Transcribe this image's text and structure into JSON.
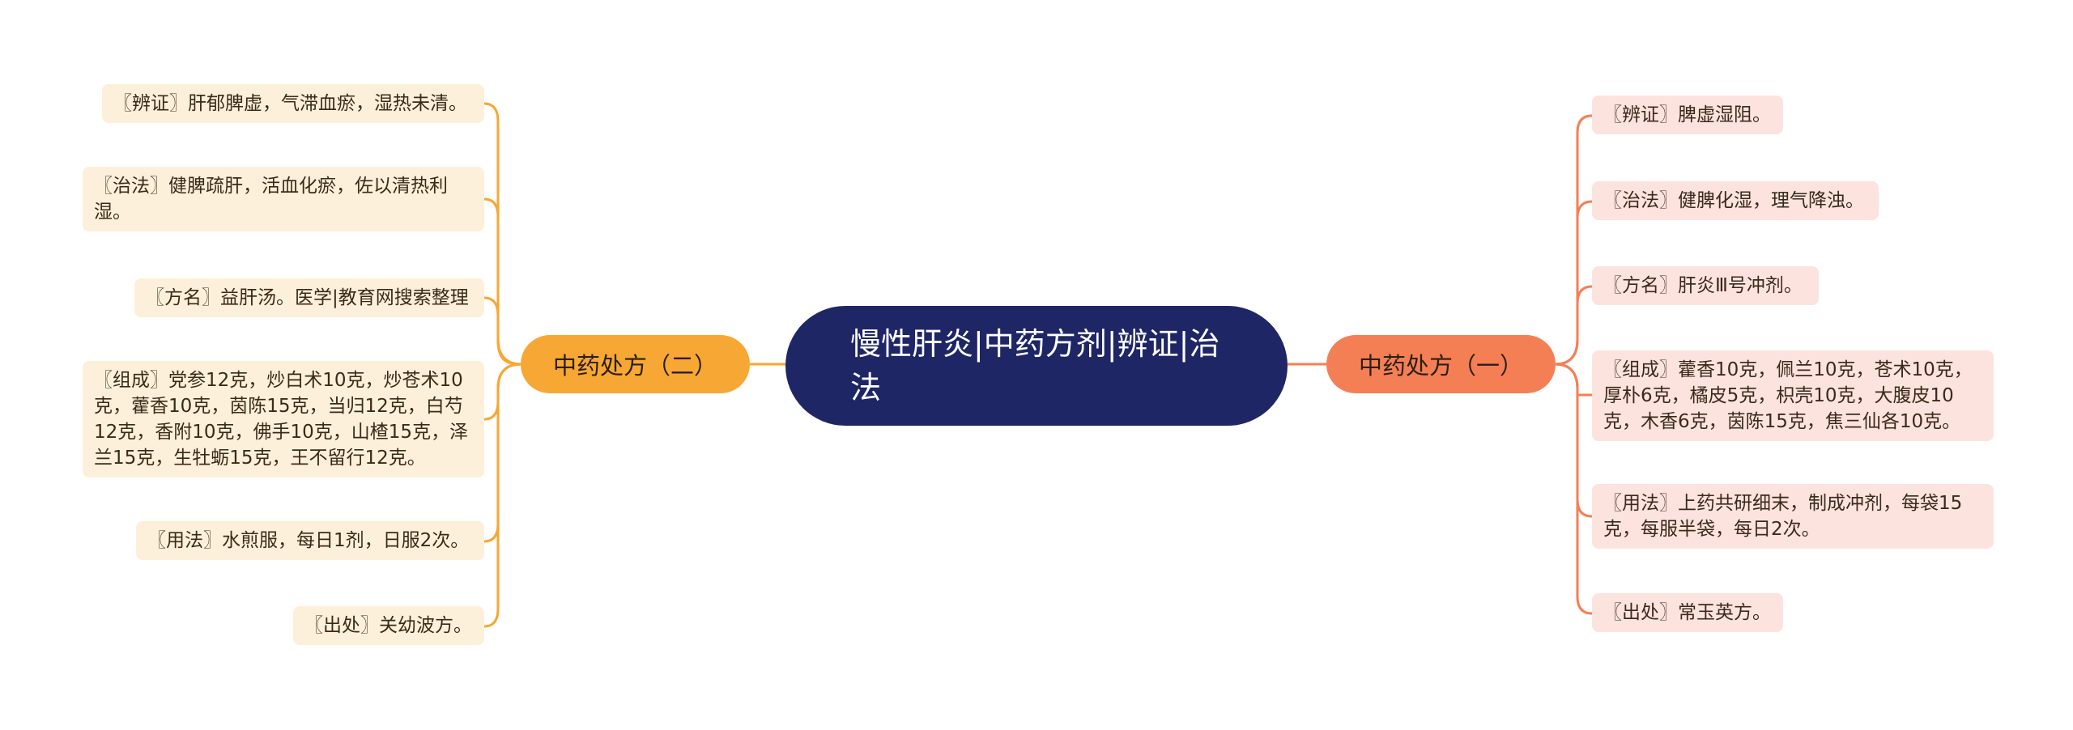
{
  "root": {
    "title": "慢性肝炎|中药方剂|辨证|治法"
  },
  "branches": {
    "left": {
      "label": "中药处方（二）",
      "color": "#f7a733",
      "leaves": [
        "〖辨证〗肝郁脾虚，气滞血瘀，湿热未清。",
        "〖治法〗健脾疏肝，活血化瘀，佐以清热利湿。",
        "〖方名〗益肝汤。医学|教育网搜索整理",
        "〖组成〗党参12克，炒白术10克，炒苍术10克，藿香10克，茵陈15克，当归12克，白芍12克，香附10克，佛手10克，山楂15克，泽兰15克，生牡蛎15克，王不留行12克。",
        "〖用法〗水煎服，每日1剂，日服2次。",
        "〖出处〗关幼波方。"
      ]
    },
    "right": {
      "label": "中药处方（一）",
      "color": "#f57f55",
      "leaves": [
        "〖辨证〗脾虚湿阻。",
        "〖治法〗健脾化湿，理气降浊。",
        "〖方名〗肝炎Ⅲ号冲剂。",
        "〖组成〗藿香10克，佩兰10克，苍术10克，厚朴6克，橘皮5克，枳壳10克，大腹皮10克，木香6克，茵陈15克，焦三仙各10克。",
        "〖用法〗上药共研细末，制成冲剂，每袋15克，每服半袋，每日2次。",
        "〖出处〗常玉英方。"
      ]
    }
  },
  "colors": {
    "root_bg": "#1f2666",
    "left_leaf_bg": "#fdf0da",
    "right_leaf_bg": "#fde3de"
  }
}
